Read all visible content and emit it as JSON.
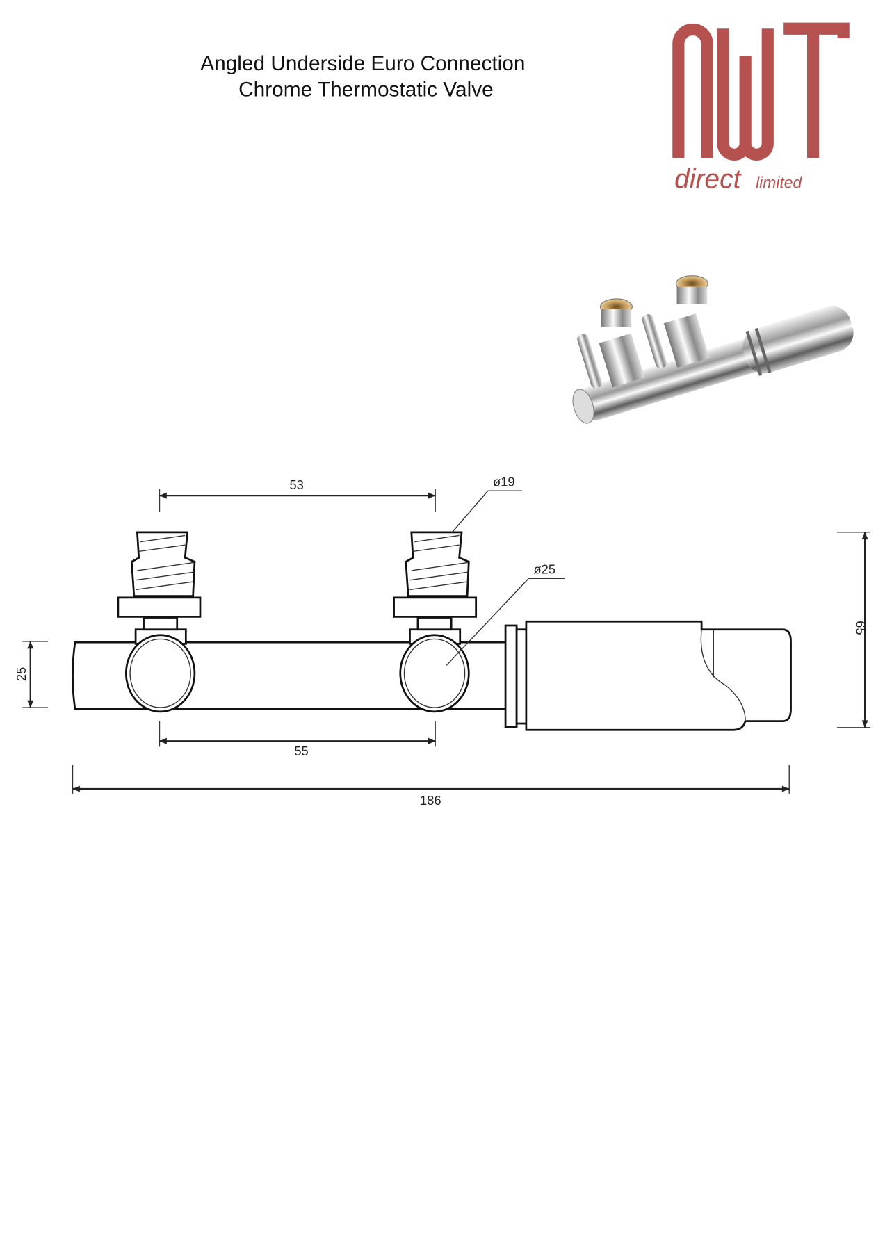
{
  "header": {
    "title_line1": "Angled Underside Euro Connection",
    "title_line2": "Chrome Thermostatic Valve"
  },
  "logo": {
    "mark": "NWT",
    "word1": "direct",
    "word2": "limited",
    "color": "#b5524f"
  },
  "product_photo": {
    "icon": "chrome-thermostatic-valve-photo"
  },
  "drawing": {
    "dimensions": {
      "pipe_spacing_top": "53",
      "thread_diameter": "ø19",
      "body_diameter": "ø25",
      "body_height": "25",
      "pipe_spacing_bottom": "55",
      "overall_length": "186",
      "overall_height": "65"
    }
  }
}
